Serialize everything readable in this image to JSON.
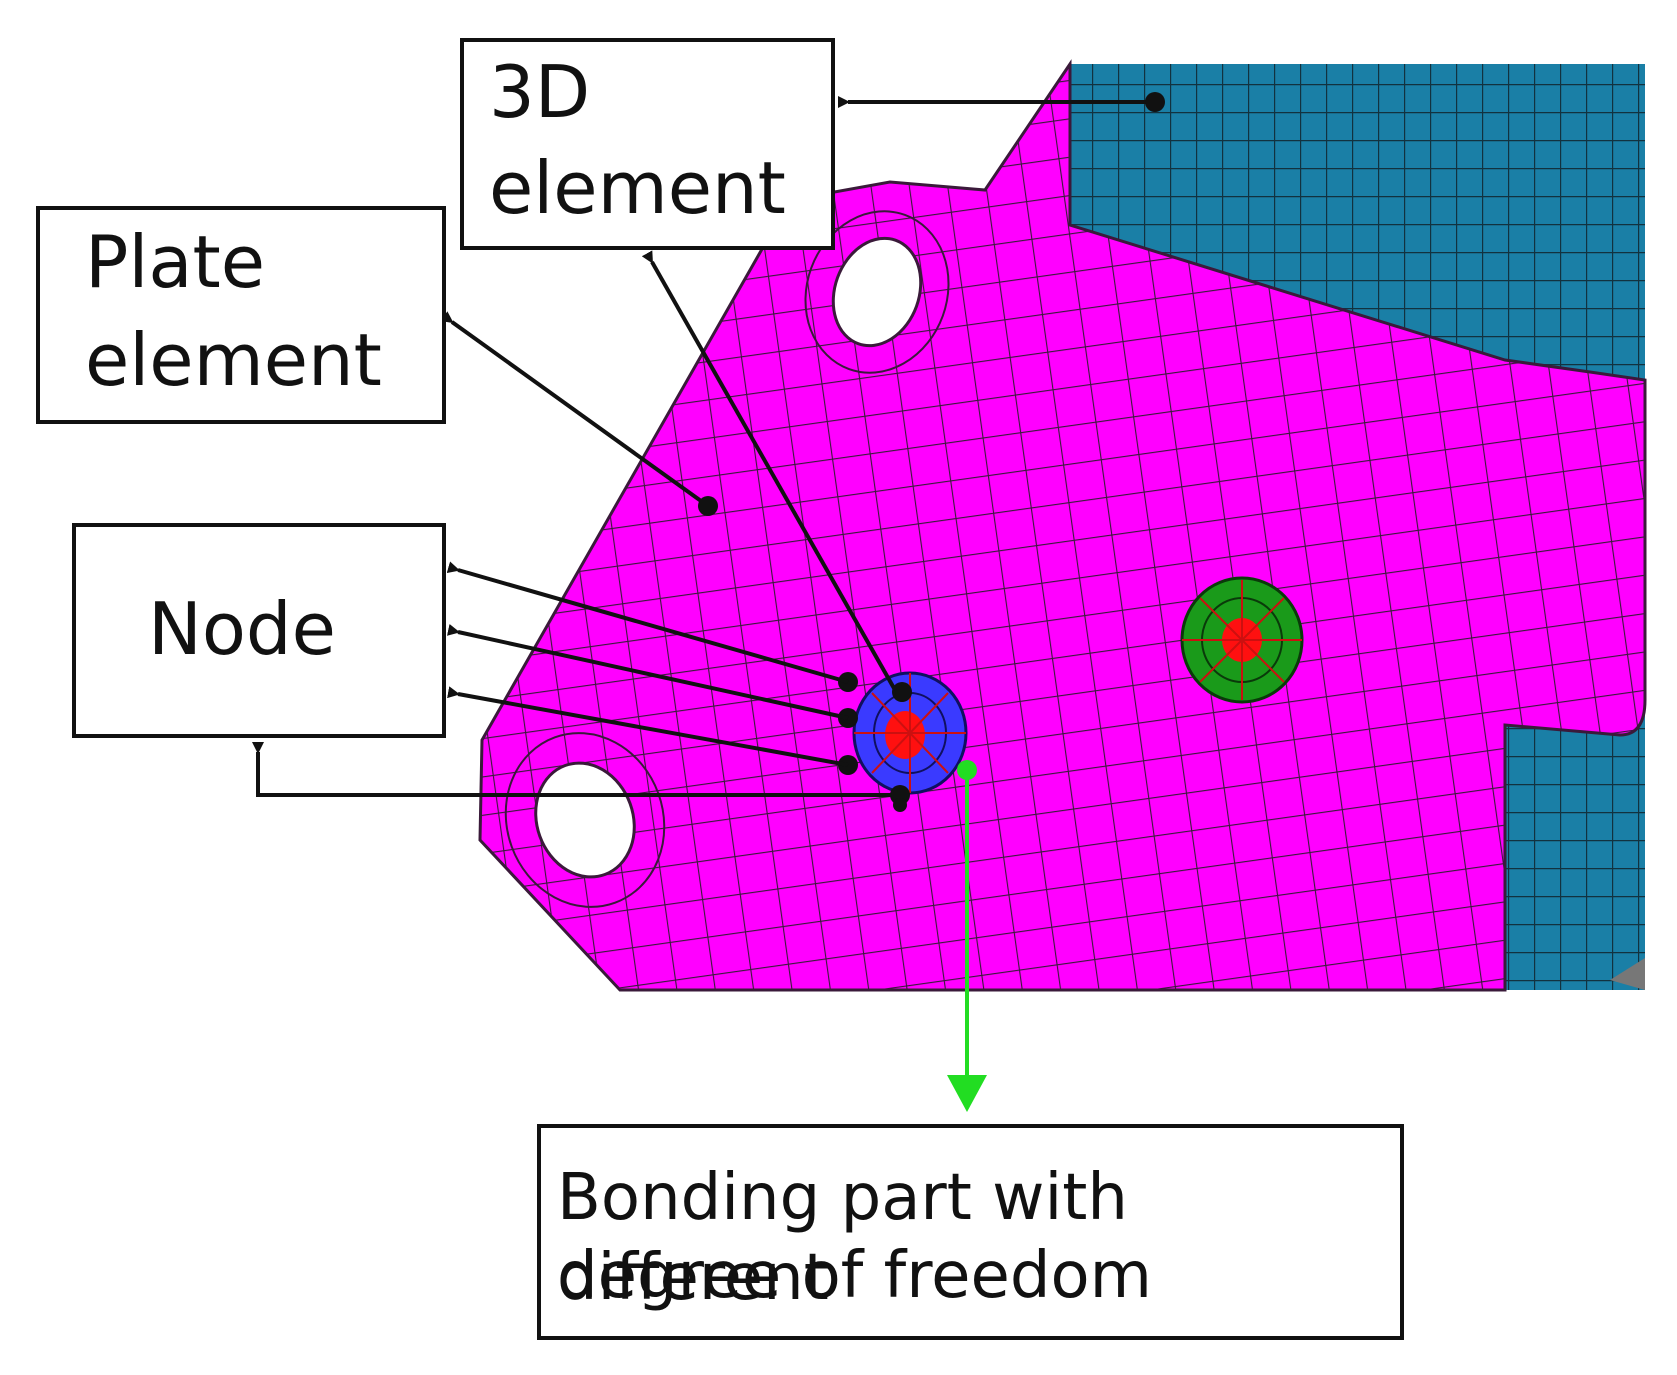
{
  "labels": {
    "element_3d": {
      "line1": "3D",
      "line2": "element"
    },
    "plate_element": {
      "line1": "Plate",
      "line2": "element"
    },
    "node": {
      "line1": "Node"
    },
    "bonding_part": {
      "line1": "Bonding part with different",
      "line2": "degree of freedom"
    }
  },
  "colors": {
    "plate_mesh": "#ff00ff",
    "solid_mesh": "#1a7fa6",
    "mesh_line": "#2a1a2a",
    "bond_blue": "#3a3aff",
    "bond_green": "#1a9a1a",
    "bond_center": "#ff1010",
    "bond_arrow": "#22dd22",
    "leader": "#111111"
  }
}
